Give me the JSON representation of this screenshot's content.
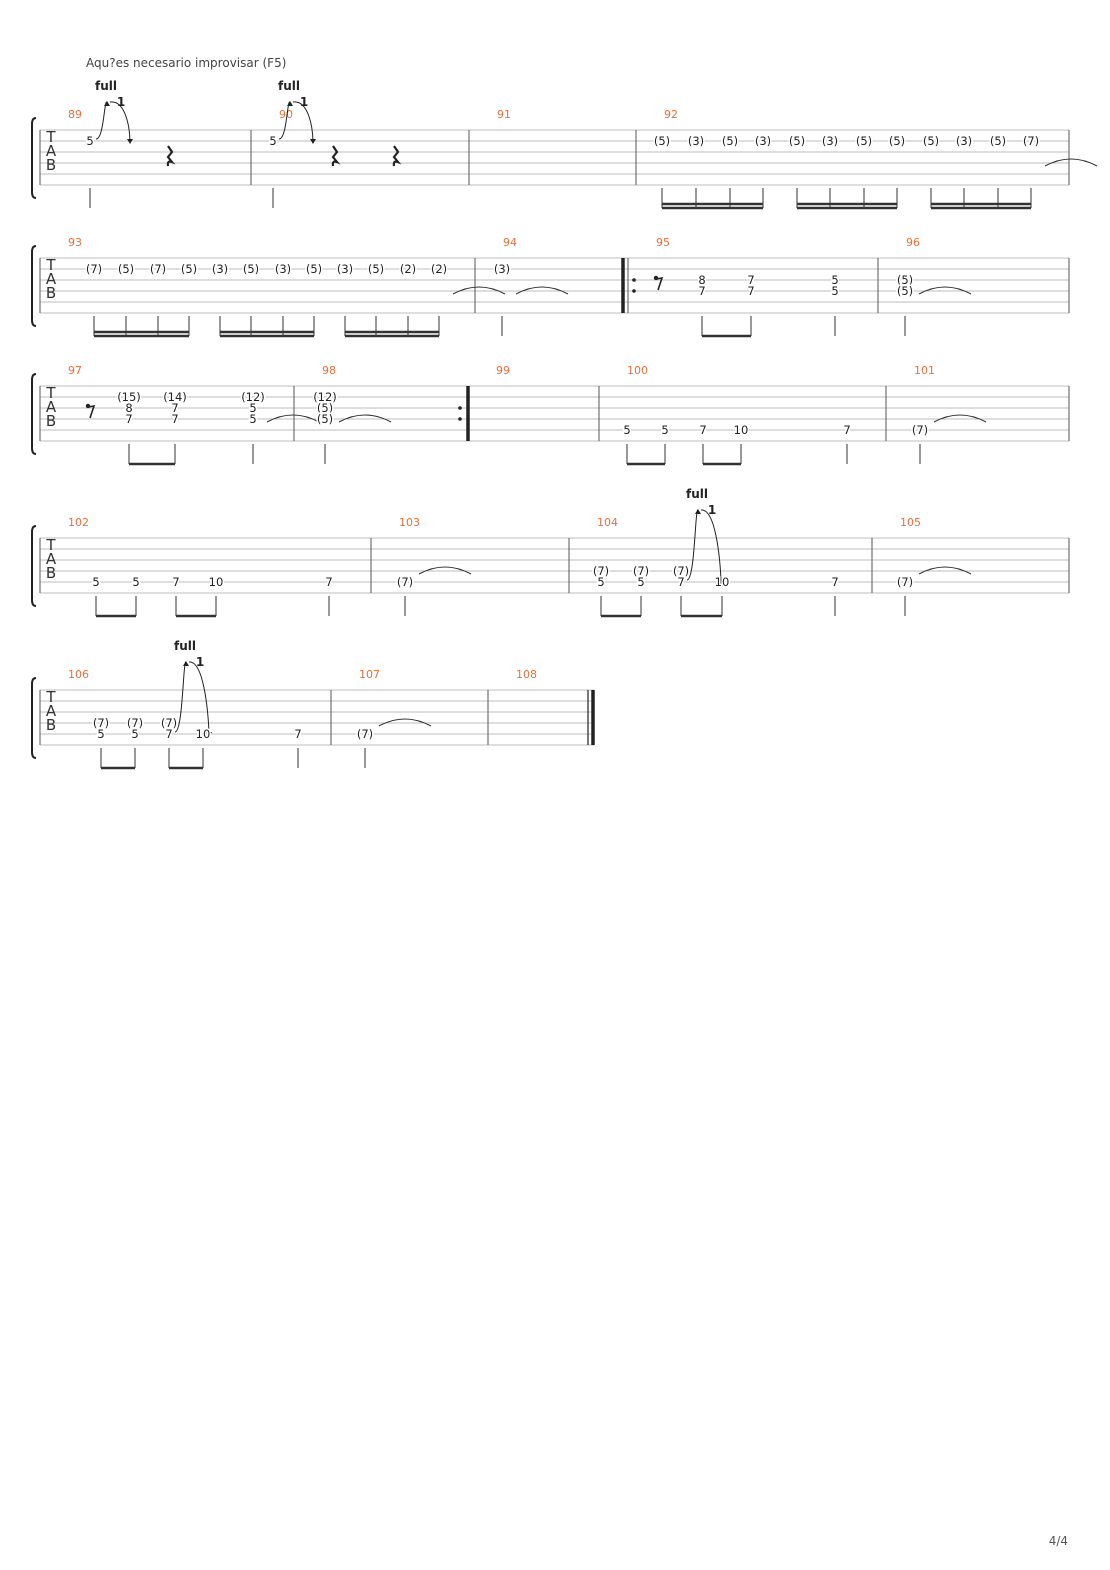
{
  "annotation": "Aqu?es necesario improvisar (F5)",
  "page_number": "4/4",
  "colors": {
    "measure_number": "#e8703a",
    "ink": "#222222",
    "staff_line": "#bdbdbd"
  },
  "clef_letters": [
    "T",
    "A",
    "B"
  ],
  "systems": [
    {
      "measures": [
        {
          "number": "89",
          "notes": [
            {
              "string": "B",
              "fret": "5",
              "bend": {
                "label": "full",
                "value": "1"
              }
            },
            {
              "rest": "quarter"
            }
          ]
        },
        {
          "number": "90",
          "notes": [
            {
              "string": "B",
              "fret": "5",
              "bend": {
                "label": "full",
                "value": "1"
              }
            },
            {
              "rest": "quarter"
            },
            {
              "rest": "quarter"
            }
          ]
        },
        {
          "number": "91",
          "notes": []
        },
        {
          "number": "92",
          "notes": [
            {
              "string": "B",
              "fret": "(5)"
            },
            {
              "string": "B",
              "fret": "(3)"
            },
            {
              "string": "B",
              "fret": "(5)"
            },
            {
              "string": "B",
              "fret": "(3)"
            },
            {
              "string": "B",
              "fret": "(5)"
            },
            {
              "string": "B",
              "fret": "(3)"
            },
            {
              "string": "B",
              "fret": "(5)"
            },
            {
              "string": "B",
              "fret": "(5)"
            },
            {
              "string": "B",
              "fret": "(5)"
            },
            {
              "string": "B",
              "fret": "(3)"
            },
            {
              "string": "B",
              "fret": "(5)"
            },
            {
              "string": "B",
              "fret": "(7)"
            }
          ]
        }
      ]
    },
    {
      "measures": [
        {
          "number": "93",
          "notes": [
            {
              "string": "B",
              "fret": "(7)"
            },
            {
              "string": "B",
              "fret": "(5)"
            },
            {
              "string": "B",
              "fret": "(7)"
            },
            {
              "string": "B",
              "fret": "(5)"
            },
            {
              "string": "B",
              "fret": "(3)"
            },
            {
              "string": "B",
              "fret": "(5)"
            },
            {
              "string": "B",
              "fret": "(3)"
            },
            {
              "string": "B",
              "fret": "(5)"
            },
            {
              "string": "B",
              "fret": "(3)"
            },
            {
              "string": "B",
              "fret": "(5)"
            },
            {
              "string": "B",
              "fret": "(2)"
            },
            {
              "string": "B",
              "fret": "(2)"
            }
          ]
        },
        {
          "number": "94",
          "notes": [
            {
              "string": "B",
              "fret": "(3)"
            }
          ]
        },
        {
          "number": "95",
          "repeat_start": true,
          "notes": [
            {
              "rest": "eighth"
            },
            {
              "chord": [
                "8",
                "7"
              ]
            },
            {
              "chord": [
                "7",
                "7"
              ]
            },
            {
              "chord": [
                "5",
                "5"
              ]
            }
          ]
        },
        {
          "number": "96",
          "notes": [
            {
              "chord": [
                "(5)",
                "(5)"
              ]
            }
          ]
        }
      ]
    },
    {
      "measures": [
        {
          "number": "97",
          "notes": [
            {
              "rest": "eighth"
            },
            {
              "chord": [
                "(15)",
                "8",
                "7"
              ]
            },
            {
              "chord": [
                "(14)",
                "7",
                "7"
              ]
            },
            {
              "chord": [
                "(12)",
                "5",
                "5"
              ]
            }
          ]
        },
        {
          "number": "98",
          "notes": [
            {
              "chord": [
                "(12)",
                "(5)",
                "(5)"
              ]
            }
          ]
        },
        {
          "number": "99",
          "repeat_end": true,
          "notes": []
        },
        {
          "number": "100",
          "notes": [
            {
              "string": "A",
              "fret": "5"
            },
            {
              "string": "A",
              "fret": "5"
            },
            {
              "string": "A",
              "fret": "7"
            },
            {
              "string": "A",
              "fret": "10"
            },
            {
              "string": "A",
              "fret": "7"
            }
          ]
        },
        {
          "number": "101",
          "notes": [
            {
              "string": "A",
              "fret": "(7)"
            }
          ]
        }
      ]
    },
    {
      "measures": [
        {
          "number": "102",
          "notes": [
            {
              "string": "A",
              "fret": "5"
            },
            {
              "string": "A",
              "fret": "5"
            },
            {
              "string": "A",
              "fret": "7"
            },
            {
              "string": "A",
              "fret": "10"
            },
            {
              "string": "A",
              "fret": "7"
            }
          ]
        },
        {
          "number": "103",
          "notes": [
            {
              "string": "A",
              "fret": "(7)"
            }
          ]
        },
        {
          "number": "104",
          "notes": [
            {
              "chord": [
                "(7)",
                "5"
              ]
            },
            {
              "chord": [
                "(7)",
                "5"
              ]
            },
            {
              "chord": [
                "(7)",
                "7"
              ],
              "bend": {
                "label": "full",
                "value": "1"
              }
            },
            {
              "string": "A",
              "fret": "10"
            },
            {
              "string": "A",
              "fret": "7"
            }
          ]
        },
        {
          "number": "105",
          "notes": [
            {
              "string": "A",
              "fret": "(7)"
            }
          ]
        }
      ]
    },
    {
      "measures": [
        {
          "number": "106",
          "notes": [
            {
              "chord": [
                "(7)",
                "5"
              ]
            },
            {
              "chord": [
                "(7)",
                "5"
              ]
            },
            {
              "chord": [
                "(7)",
                "7"
              ],
              "bend": {
                "label": "full",
                "value": "1"
              }
            },
            {
              "string": "A",
              "fret": "10"
            },
            {
              "string": "A",
              "fret": "7"
            }
          ]
        },
        {
          "number": "107",
          "notes": [
            {
              "string": "A",
              "fret": "(7)"
            }
          ]
        },
        {
          "number": "108",
          "final_barline": true,
          "notes": []
        }
      ]
    }
  ]
}
